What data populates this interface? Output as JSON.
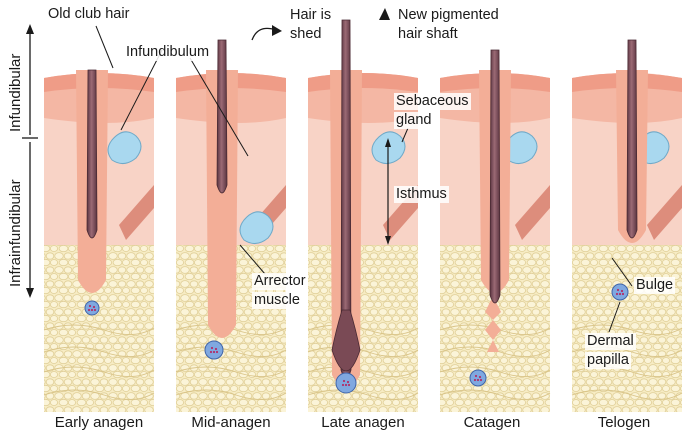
{
  "labels": {
    "old_club_hair": "Old club hair",
    "infundibulum": "Infundibulum",
    "hair_is_shed_1": "Hair is",
    "hair_is_shed_2": "shed",
    "new_hair_1": "New pigmented",
    "new_hair_2": "hair shaft",
    "sebaceous_1": "Sebaceous",
    "sebaceous_2": "gland",
    "isthmus": "Isthmus",
    "arrector_1": "Arrector",
    "arrector_2": "muscle",
    "bulge": "Bulge",
    "dermal_1": "Dermal",
    "dermal_2": "papilla",
    "infundibular": "Infundibular",
    "infrainfundibular": "Infrainfundibular"
  },
  "stages": [
    "Early anagen",
    "Mid-anagen",
    "Late anagen",
    "Catagen",
    "Telogen"
  ],
  "colors": {
    "epidermis": "#ef9c87",
    "dermis": "#f8d3c6",
    "fat": "#f7ecc4",
    "hair": "#7a4a55",
    "sheath": "#f3ae97",
    "gland": "#a9d8ef",
    "papilla": "#7fa8e0"
  }
}
